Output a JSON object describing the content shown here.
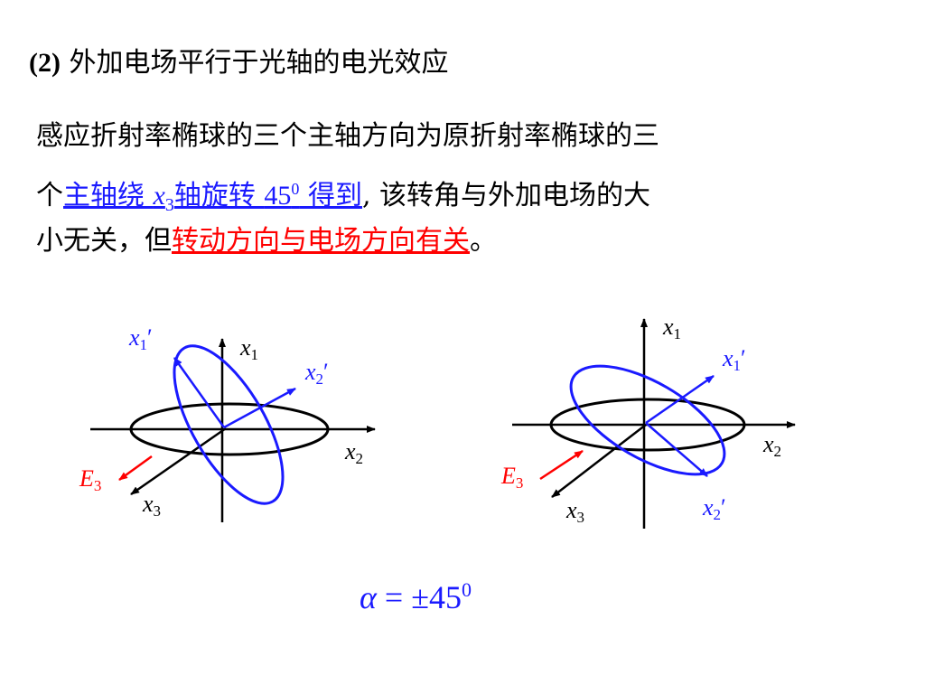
{
  "heading": {
    "number": "(2)",
    "text": " 外加电场平行于光轴的电光效应"
  },
  "paragraph": {
    "line1": "感应折射率椭球的三个主轴方向为原折射率椭球的三",
    "line2_prefix": "个",
    "line2_blue_a": "主轴绕 ",
    "line2_blue_var": "x",
    "line2_blue_sub": "3",
    "line2_blue_b": "轴旋转 ",
    "line2_blue_num": "45",
    "line2_blue_sup": "0",
    "line2_blue_c": " 得到",
    "line2_suffix": ", 该转角与外加电场的大",
    "line3_prefix": "小无关，但",
    "line3_red": "转动方向与电场方向有关",
    "line3_suffix": "。"
  },
  "diagram_left": {
    "x1": "x",
    "x1_sub": "1",
    "x2": "x",
    "x2_sub": "2",
    "x3": "x",
    "x3_sub": "3",
    "x1p": "x",
    "x1p_sub": "1",
    "x1p_prime": "′",
    "x2p": "x",
    "x2p_sub": "2",
    "x2p_prime": "′",
    "field": "E",
    "field_sub": "3"
  },
  "diagram_right": {
    "x1": "x",
    "x1_sub": "1",
    "x2": "x",
    "x2_sub": "2",
    "x3": "x",
    "x3_sub": "3",
    "x1p": "x",
    "x1p_sub": "1",
    "x1p_prime": "′",
    "x2p": "x",
    "x2p_sub": "2",
    "x2p_prime": "′",
    "field": "E",
    "field_sub": "3"
  },
  "formula": {
    "alpha": "α",
    "eq": " = ",
    "value": "±45",
    "sup": "0"
  },
  "colors": {
    "blue": "#1a1aff",
    "red": "#ff0000",
    "black": "#000000"
  }
}
